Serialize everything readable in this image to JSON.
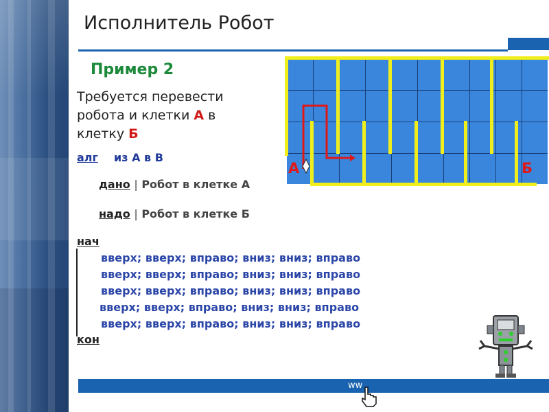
{
  "title": "Исполнитель Робот",
  "subtitle": "Пример 2",
  "description": {
    "part1": "Требуется перевести робота и клетки ",
    "a": "А",
    "part2": " в клетку ",
    "b": "Б"
  },
  "algorithm": {
    "alg_keyword": "алг",
    "alg_name": "из А в В",
    "given_keyword": "дано",
    "separator": "|",
    "given_text": "Робот в клетке А",
    "need_keyword": "надо",
    "need_text": "Робот в клетке Б",
    "begin": "нач",
    "end": "кон",
    "commands": [
      "вверх; вверх; вправо; вниз; вниз; вправо",
      "вверх; вверх; вправо; вниз; вниз; вправо",
      "вверх; вверх; вправо; вниз; вниз; вправо",
      "вверх; вверх; вправо; вниз; вниз; вправо",
      "вверх; вверх; вправо; вниз; вниз; вправо"
    ]
  },
  "field": {
    "label_a": "А",
    "label_b": "Б",
    "cell_color": "#3a86dd",
    "wall_color": "#f0ef1c",
    "path_color": "#e01818"
  },
  "footer": {
    "text": "ww"
  },
  "colors": {
    "accent": "#1a63b0",
    "subtitle": "#1c8a3a",
    "highlight": "#d01818",
    "command": "#2b46a8"
  }
}
